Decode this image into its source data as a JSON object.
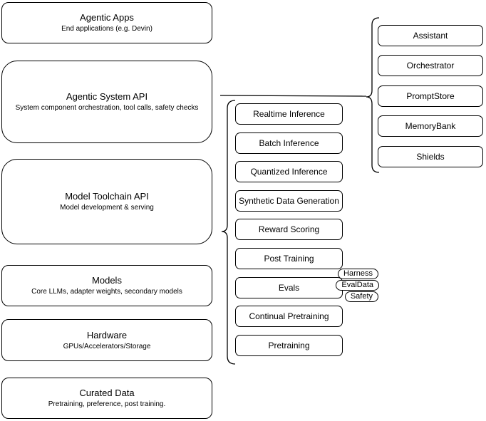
{
  "diagram": {
    "left_stack": [
      {
        "title": "Agentic Apps",
        "subtitle": "End applications (e.g. Devin)"
      },
      {
        "title": "Agentic System API",
        "subtitle": "System component orchestration, tool calls, safety checks"
      },
      {
        "title": "Model Toolchain API",
        "subtitle": "Model development & serving"
      },
      {
        "title": "Models",
        "subtitle": "Core LLMs, adapter weights, secondary models"
      },
      {
        "title": "Hardware",
        "subtitle": "GPUs/Accelerators/Storage"
      },
      {
        "title": "Curated Data",
        "subtitle": "Pretraining, preference, post training."
      }
    ],
    "toolchain_stack": [
      "Realtime Inference",
      "Batch Inference",
      "Quantized Inference",
      "Synthetic Data Generation",
      "Reward Scoring",
      "Post Training",
      "Evals",
      "Continual Pretraining",
      "Pretraining"
    ],
    "evals_tags": [
      "Harness",
      "EvalData",
      "Safety"
    ],
    "system_components": [
      "Assistant",
      "Orchestrator",
      "PromptStore",
      "MemoryBank",
      "Shields"
    ],
    "colors": {
      "stroke": "#000000",
      "fill": "#ffffff",
      "background": "#ffffff"
    }
  }
}
